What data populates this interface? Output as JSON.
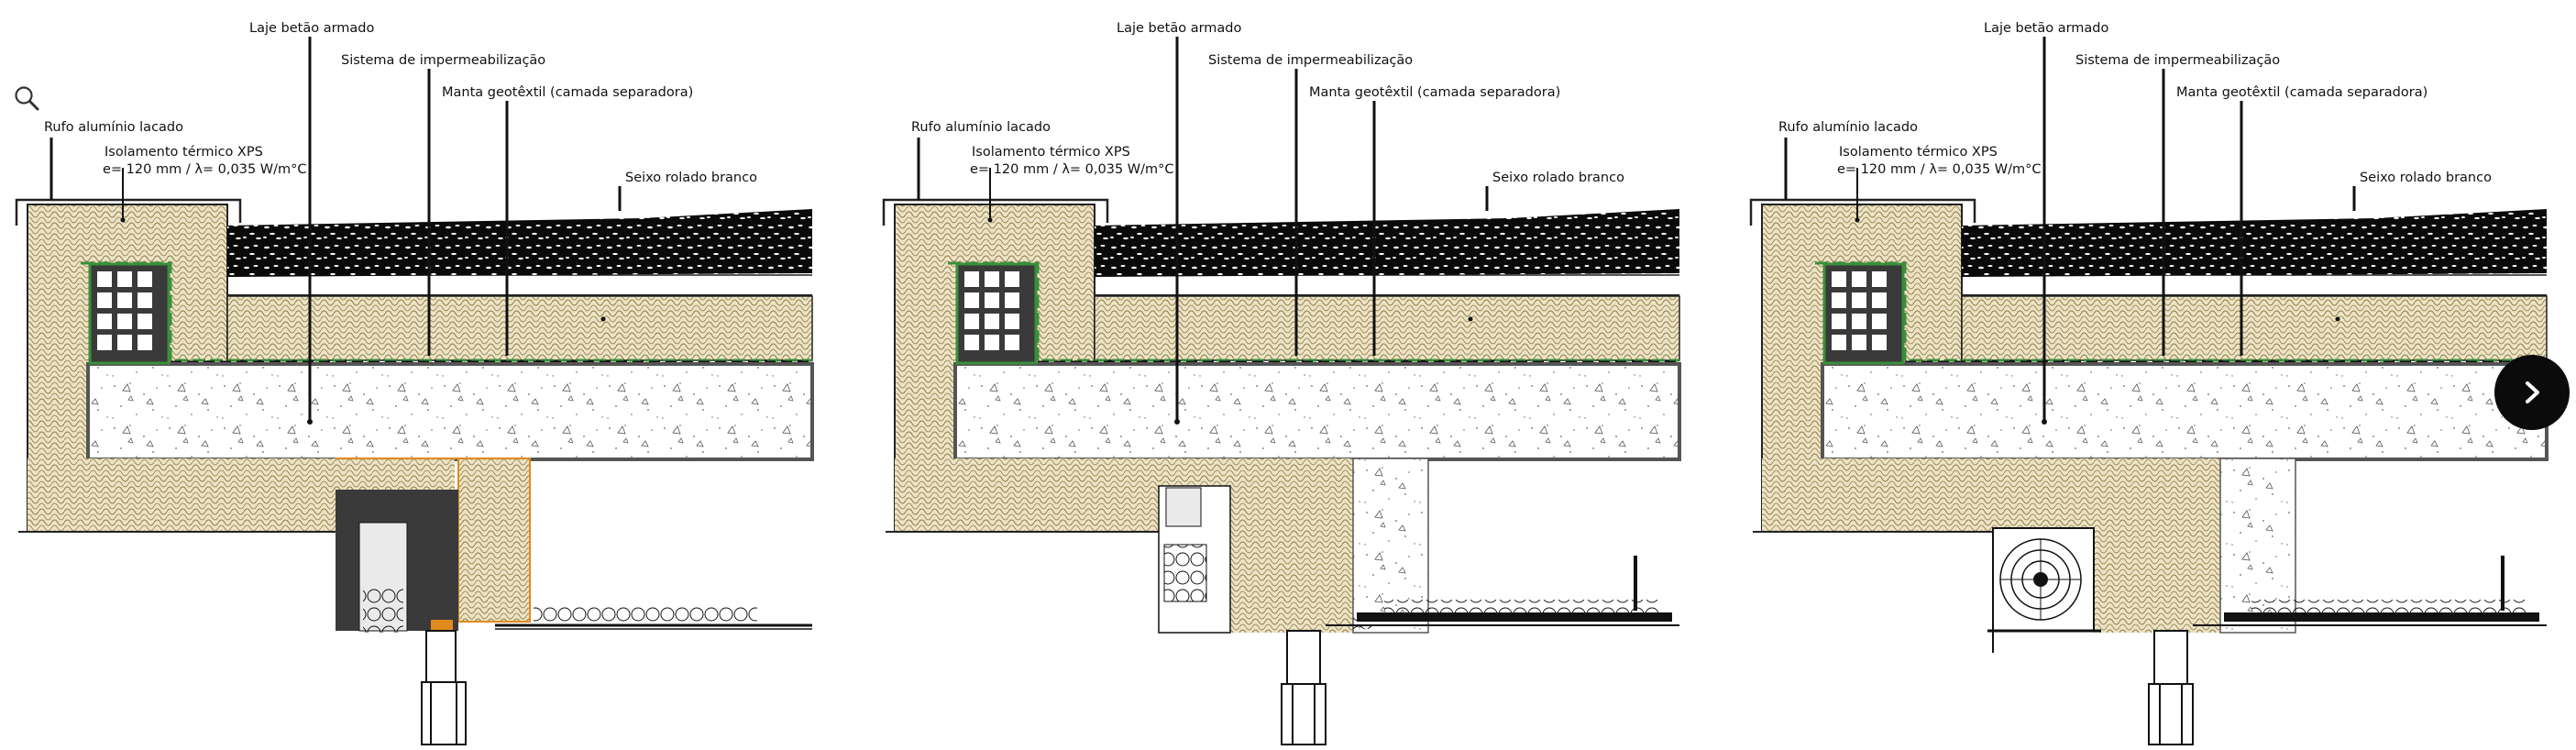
{
  "panels": [
    {
      "labels": {
        "laje": "Laje betão armado",
        "impermeabilizacao": "Sistema de impermeabilização",
        "manta": "Manta geotêxtil (camada separadora)",
        "rufo": "Rufo alumínio lacado",
        "isolamento_1": "Isolamento térmico XPS",
        "isolamento_2": "e= 120 mm / λ= 0,035 W/m°C",
        "seixo": "Seixo rolado branco"
      }
    },
    {
      "labels": {
        "laje": "Laje betão armado",
        "impermeabilizacao": "Sistema de impermeabilização",
        "manta": "Manta geotêxtil (camada separadora)",
        "rufo": "Rufo alumínio lacado",
        "isolamento_1": "Isolamento térmico XPS",
        "isolamento_2": "e= 120 mm / λ= 0,035 W/m°C",
        "seixo": "Seixo rolado branco"
      }
    },
    {
      "labels": {
        "laje": "Laje betão armado",
        "impermeabilizacao": "Sistema de impermeabilização",
        "manta": "Manta geotêxtil (camada separadora)",
        "rufo": "Rufo alumínio lacado",
        "isolamento_1": "Isolamento térmico XPS",
        "isolamento_2": "e= 120 mm / λ= 0,035 W/m°C",
        "seixo": "Seixo rolado branco"
      }
    }
  ],
  "controls": {
    "zoom_icon": "magnifier-icon",
    "next_icon": "chevron-right-icon"
  },
  "colors": {
    "insulation_fill": "#ece2c6",
    "insulation_cell": "#8b7a3e",
    "gravel": "#0a0a0a",
    "membrane_green": "#3a8f3a",
    "window_dark": "#3a3a3a",
    "accent_orange": "#e08a1e"
  }
}
